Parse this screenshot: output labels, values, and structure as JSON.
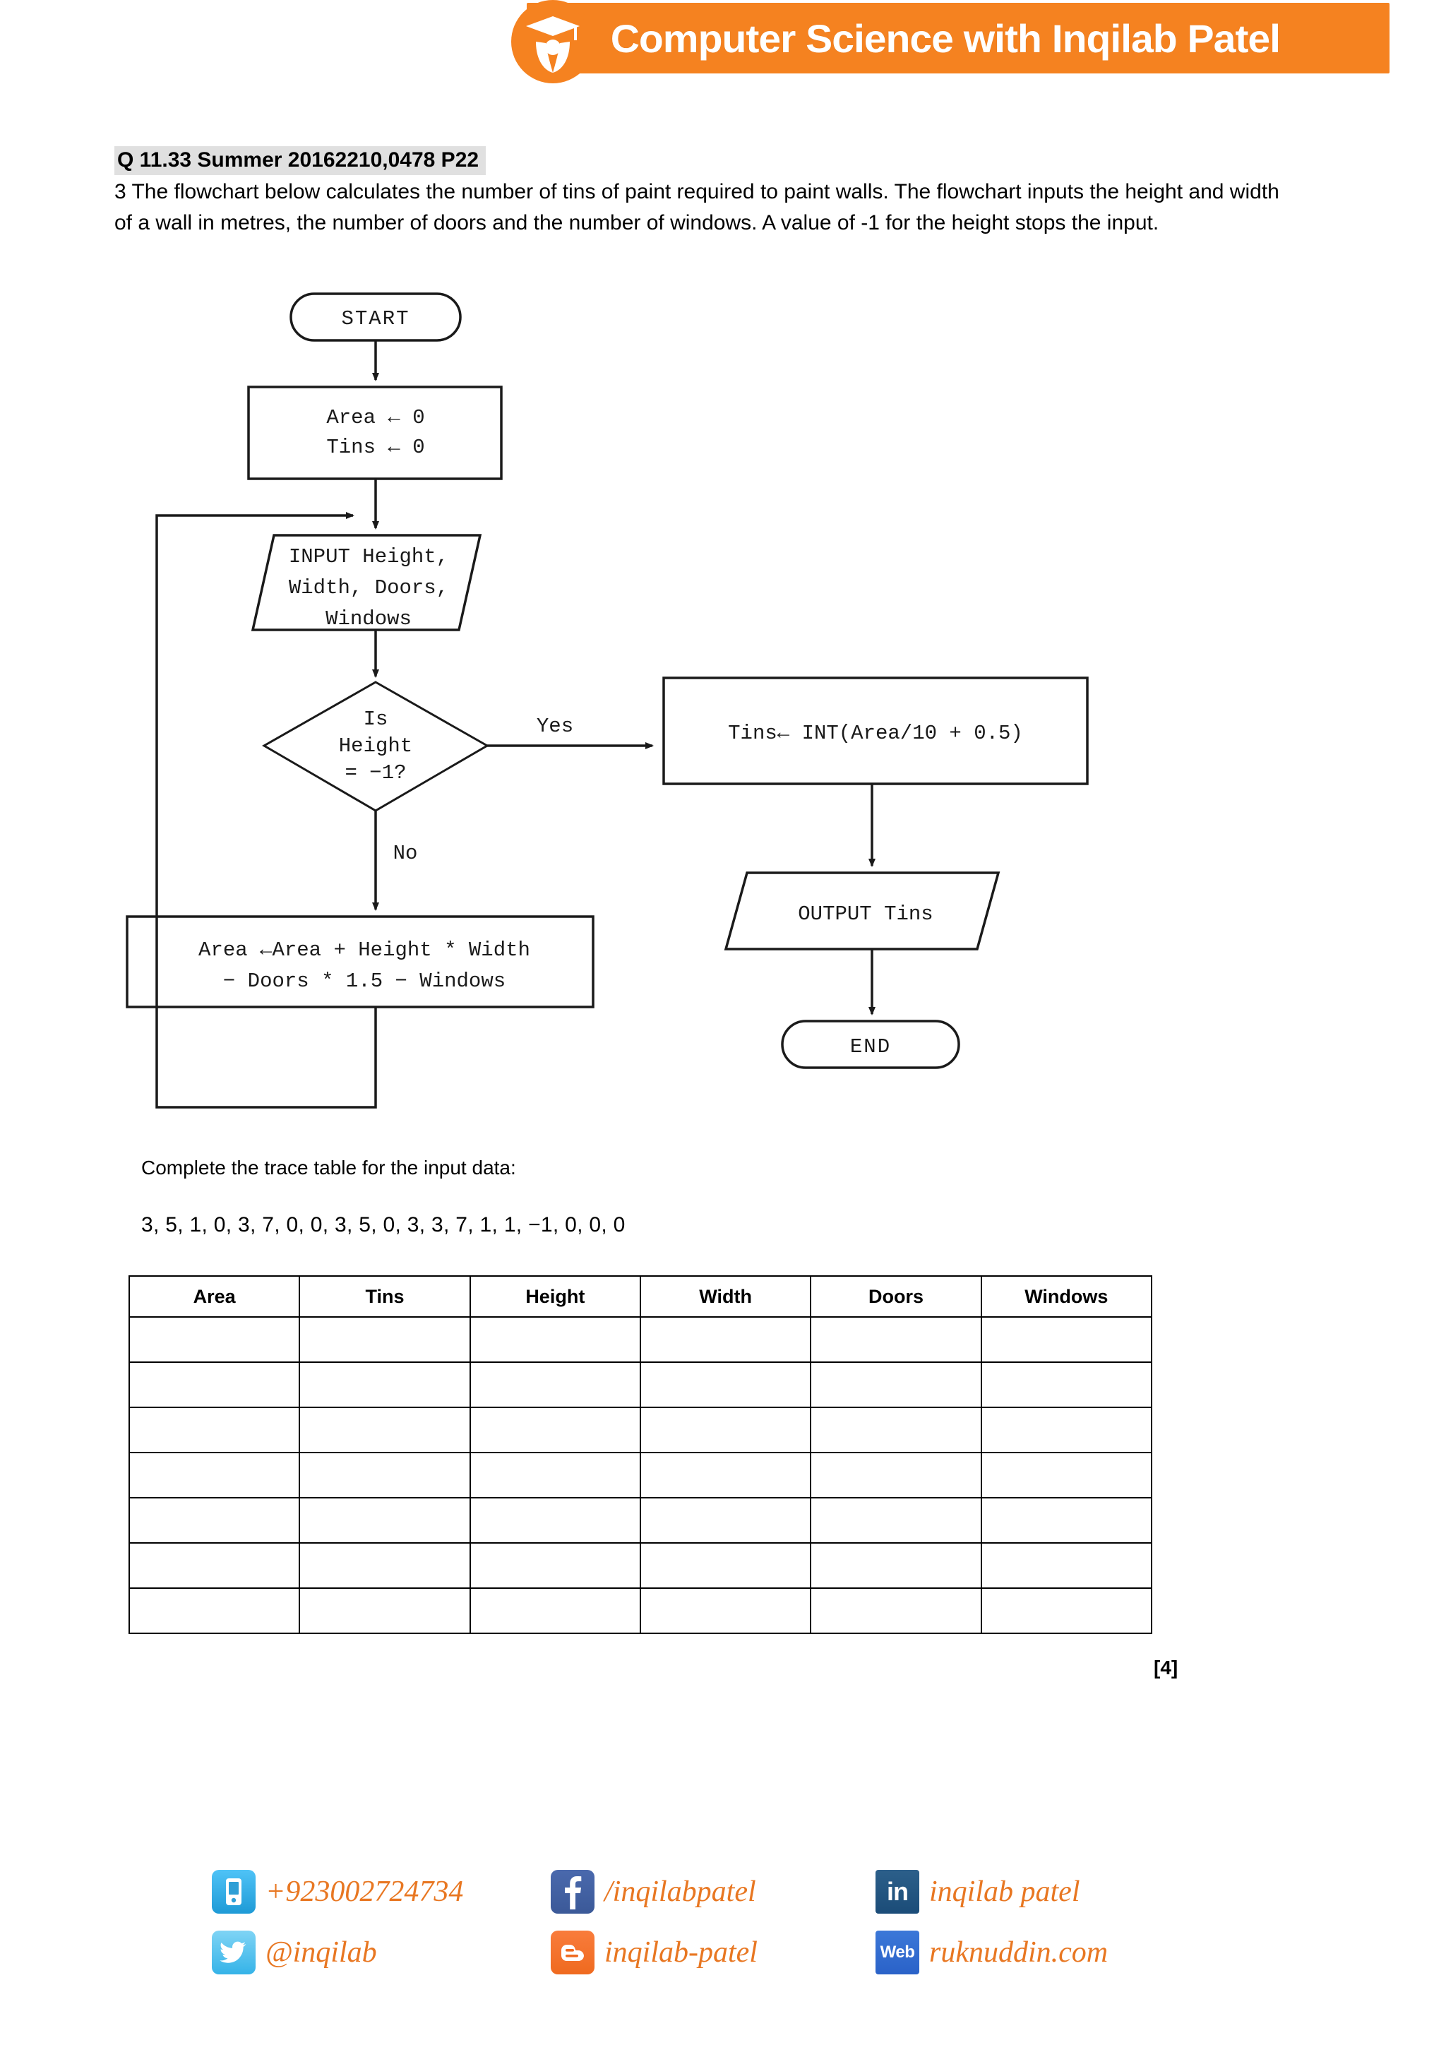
{
  "header": {
    "title": "Computer Science with Inqilab Patel",
    "logo_icon": "graduation-cap-logo",
    "brand_color": "#F58220"
  },
  "question": {
    "title": "Q 11.33 Summer 20162210,0478 P22",
    "body": "3 The flowchart below calculates the number of tins of paint required to paint walls. The flowchart inputs the height and width of a wall in metres, the number of doors and the number of windows. A value of -1 for the height stops the input.",
    "marks": "[4]"
  },
  "flowchart": {
    "start": "START",
    "init_line1": "Area ← 0",
    "init_line2": "Tins ← 0",
    "input_line1": "INPUT Height,",
    "input_line2": "Width, Doors,",
    "input_line3": "Windows",
    "decision_line1": "Is",
    "decision_line2": "Height",
    "decision_line3": "= −1?",
    "label_yes": "Yes",
    "label_no": "No",
    "tins_calc": "Tins ← INT(Area/10 + 0.5)",
    "area_calc_line1": "Area ←Area + Height * Width",
    "area_calc_line2": "− Doors * 1.5 − Windows",
    "output": "OUTPUT Tins",
    "end": "END"
  },
  "trace": {
    "instruction": "Complete the trace table for the input data:",
    "input_data": "3, 5, 1, 0, 3, 7, 0, 0, 3, 5, 0, 3, 3, 7, 1, 1, −1, 0, 0, 0",
    "columns": [
      "Area",
      "Tins",
      "Height",
      "Width",
      "Doors",
      "Windows"
    ],
    "rows": [
      [
        "",
        "",
        "",
        "",
        "",
        ""
      ],
      [
        "",
        "",
        "",
        "",
        "",
        ""
      ],
      [
        "",
        "",
        "",
        "",
        "",
        ""
      ],
      [
        "",
        "",
        "",
        "",
        "",
        ""
      ],
      [
        "",
        "",
        "",
        "",
        "",
        ""
      ],
      [
        "",
        "",
        "",
        "",
        "",
        ""
      ],
      [
        "",
        "",
        "",
        "",
        "",
        ""
      ]
    ]
  },
  "footer": {
    "columns": [
      {
        "items": [
          {
            "icon": "phone-icon",
            "glyph": "☎",
            "label": "+923002724734"
          },
          {
            "icon": "twitter-icon",
            "glyph": "t",
            "label": "@inqilab"
          }
        ]
      },
      {
        "items": [
          {
            "icon": "facebook-icon",
            "glyph": "f",
            "label": "/inqilabpatel"
          },
          {
            "icon": "blogger-icon",
            "glyph": "B",
            "label": "inqilab-patel"
          }
        ]
      },
      {
        "items": [
          {
            "icon": "linkedin-icon",
            "glyph": "in",
            "label": "inqilab patel"
          },
          {
            "icon": "website-icon",
            "glyph": "Web",
            "label": "ruknuddin.com"
          }
        ]
      }
    ]
  }
}
